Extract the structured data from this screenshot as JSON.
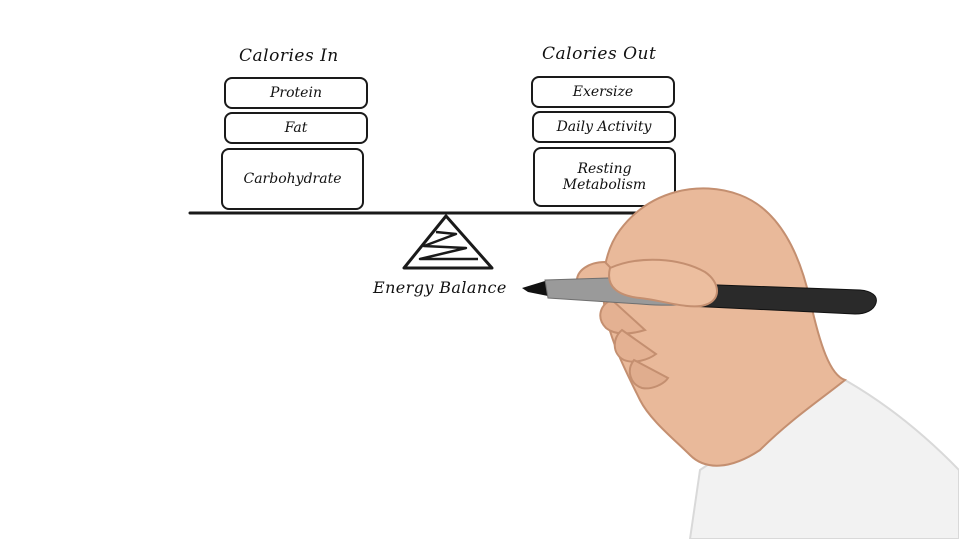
{
  "left_column": {
    "heading": "Calories In",
    "items": [
      "Protein",
      "Fat",
      "Carbohydrate"
    ]
  },
  "right_column": {
    "heading": "Calories Out",
    "items": [
      "Exersize",
      "Daily Activity",
      "Resting Metabolism"
    ]
  },
  "caption": "Energy Balance",
  "colors": {
    "ink": "#1a1a1a",
    "skin": "#e9b99a",
    "cuff": "#f2f2f2",
    "pen_barrel": "#2a2a2a",
    "pen_grip": "#9a9a9a"
  },
  "icons": [
    "fulcrum-triangle-icon",
    "hand-with-marker-icon"
  ]
}
